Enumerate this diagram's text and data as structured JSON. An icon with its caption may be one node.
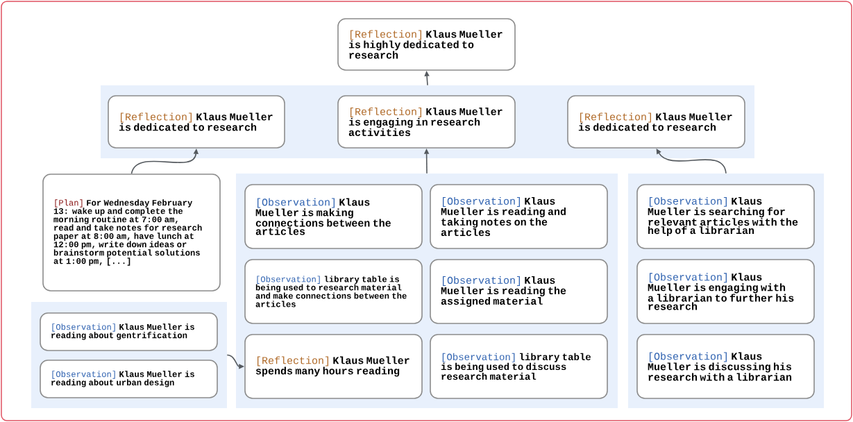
{
  "diagram": {
    "nodes": [
      {
        "text": [
          "[Reflection]",
          "Klaus Mueller is highly dedicated to research"
        ]
      },
      {
        "text": [],
        "shape": "box"
      },
      {
        "text": [
          "[Reflection]",
          "Klaus Mueller is dedicated to research"
        ],
        "in": 1
      },
      {
        "text": [
          "[Reflection]",
          "Klaus Mueller is engaging in research activities"
        ],
        "in": 1
      },
      {
        "text": [
          "[Reflection]",
          "Klaus Mueller is dedicated to research"
        ],
        "in": 1
      },
      {
        "text": [
          "[Plan]",
          "For Wednesday February 13: wake up and complete the morning routine at 7:00 am, read and take notes for research paper at 8:00 am, have lunch at 12:00 pm, write down ideas or brainstorm potential solutions at 1:00 pm, [...]"
        ]
      },
      {
        "text": [],
        "shape": "box"
      },
      {
        "text": [
          "[Observation]",
          "Klaus Mueller is making connections between the articles"
        ],
        "in": 6
      },
      {
        "text": [
          "[Observation]",
          "Klaus Mueller is reading and taking notes on the articles"
        ],
        "in": 6
      },
      {
        "text": [
          "[Observation]",
          "library table is being used to research material and make connections between the articles"
        ],
        "in": 6
      },
      {
        "text": [
          "[Observation]",
          "Klaus Mueller is reading the assigned material"
        ],
        "in": 6
      },
      {
        "text": [
          "[Reflection]",
          "Klaus Mueller spends many hours reading"
        ],
        "in": 6
      },
      {
        "text": [
          "[Observation]",
          "library table is being used to discuss research material"
        ],
        "in": 6
      },
      {
        "text": [],
        "shape": "box"
      },
      {
        "text": [
          "[Observation]",
          "Klaus Mueller is searching for relevant articles with the help of a librarian"
        ],
        "in": 13
      },
      {
        "text": [
          "[Observation]",
          "Klaus Mueller is engaging with a librarian to further his research"
        ],
        "in": 13
      },
      {
        "text": [
          "[Observation]",
          "Klaus Mueller is discussing his research with a librarian"
        ],
        "in": 13
      },
      {
        "text": [],
        "shape": "box"
      },
      {
        "text": [
          "[Observation]",
          "Klaus Mueller is reading about gentrification"
        ],
        "in": 17
      },
      {
        "text": [
          "[Observation]",
          "Klaus Mueller is reading about urban design"
        ],
        "in": 17
      }
    ],
    "edges": [
      {
        "from": 1,
        "to": 0,
        "arrow": "to"
      },
      {
        "from": 5,
        "to": 2,
        "arrow": "to"
      },
      {
        "from": 6,
        "to": 3,
        "arrow": "to"
      },
      {
        "from": 13,
        "to": 4,
        "arrow": "to"
      },
      {
        "from": 17,
        "to": 11,
        "arrow": "to"
      }
    ]
  }
}
